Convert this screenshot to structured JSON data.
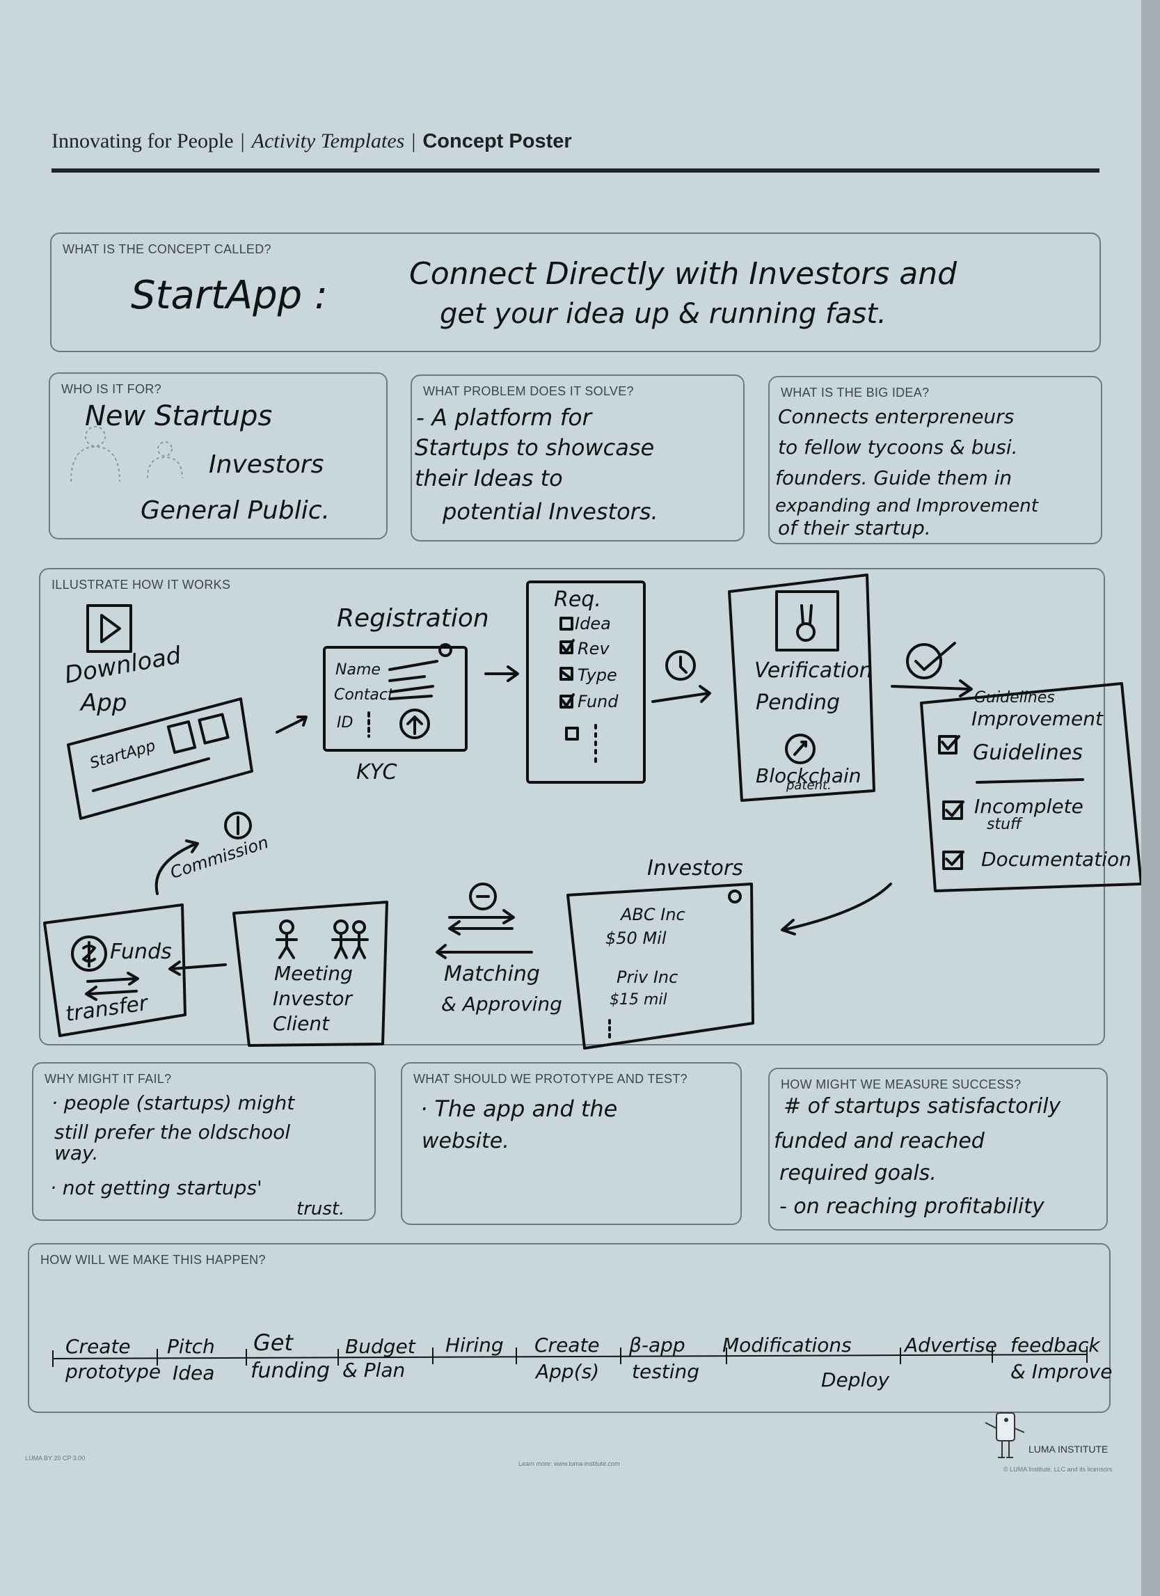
{
  "header": {
    "part1": "Innovating for People",
    "separator": "|",
    "part2": "Activity Templates",
    "part3": "Concept Poster"
  },
  "concept": {
    "label": "WHAT IS THE CONCEPT CALLED?",
    "name": "StartApp :",
    "tagline_1": "Connect Directly with Investors and",
    "tagline_2": "get your idea up & running fast."
  },
  "who": {
    "label": "WHO IS IT FOR?",
    "lines": [
      "New Startups",
      "Investors",
      "General Public."
    ]
  },
  "problem": {
    "label": "WHAT PROBLEM DOES IT SOLVE?",
    "lines": [
      "- A platform for",
      "Startups to showcase",
      "their Ideas to",
      "potential Investors."
    ]
  },
  "big_idea": {
    "label": "WHAT IS THE BIG IDEA?",
    "lines": [
      "Connects enterpreneurs",
      "to fellow tycoons & busi.",
      "founders. Guide them in",
      "expanding and Improvement",
      "of their startup."
    ]
  },
  "illustrate": {
    "label": "ILLUSTRATE HOW IT WORKS",
    "download": [
      "Download",
      "App"
    ],
    "startapp": "StartApp",
    "registration": "Registration",
    "reg_fields": [
      "Name",
      "Contact",
      "ID"
    ],
    "kyc": "KYC",
    "req_title": "Req.",
    "req_items": [
      "Idea",
      "Rev",
      "Type",
      "Fund"
    ],
    "verification": [
      "Verification",
      "Pending"
    ],
    "blockchain": [
      "Blockchain",
      "patent."
    ],
    "guidelines": [
      "Guidelines",
      "Improvement",
      "Guidelines",
      "Incomplete",
      "stuff",
      "Documentation"
    ],
    "investors_title": "Investors",
    "investors": [
      "ABC Inc",
      "$50 Mil",
      "Priv Inc",
      "$15 mil"
    ],
    "matching": [
      "Matching",
      "& Approving"
    ],
    "meeting": [
      "Meeting",
      "Investor",
      "Client"
    ],
    "funds": [
      "Funds",
      "transfer"
    ],
    "commission": "Commission"
  },
  "fail": {
    "label": "WHY MIGHT IT FAIL?",
    "lines": [
      "· people (startups) might",
      "still prefer the oldschool",
      "way.",
      "· not getting startups'",
      "trust."
    ]
  },
  "prototype": {
    "label": "WHAT SHOULD WE PROTOTYPE AND TEST?",
    "lines": [
      "· The app and the",
      "website."
    ]
  },
  "success": {
    "label": "HOW MIGHT WE MEASURE SUCCESS?",
    "lines": [
      "# of startups satisfactorily",
      "funded and reached",
      "required goals.",
      "- on reaching profitability"
    ]
  },
  "happen": {
    "label": "HOW WILL WE MAKE THIS HAPPEN?",
    "steps": [
      [
        "Create",
        "prototype"
      ],
      [
        "Pitch",
        "Idea"
      ],
      [
        "Get",
        "funding"
      ],
      [
        "Budget",
        "& Plan"
      ],
      [
        "Hiring",
        ""
      ],
      [
        "Create",
        "App(s)"
      ],
      [
        "β-app",
        "testing"
      ],
      [
        "Modifications",
        ""
      ],
      [
        "Deploy",
        ""
      ],
      [
        "Advertise",
        ""
      ],
      [
        "feedback",
        "& Improve"
      ]
    ]
  },
  "footer": {
    "left": "LUMA BY 20 CP 3.00",
    "mid": "Learn more: www.luma-institute.com",
    "brand": "LUMA INSTITUTE",
    "right": "© LUMA Institute, LLC and its licensors"
  }
}
